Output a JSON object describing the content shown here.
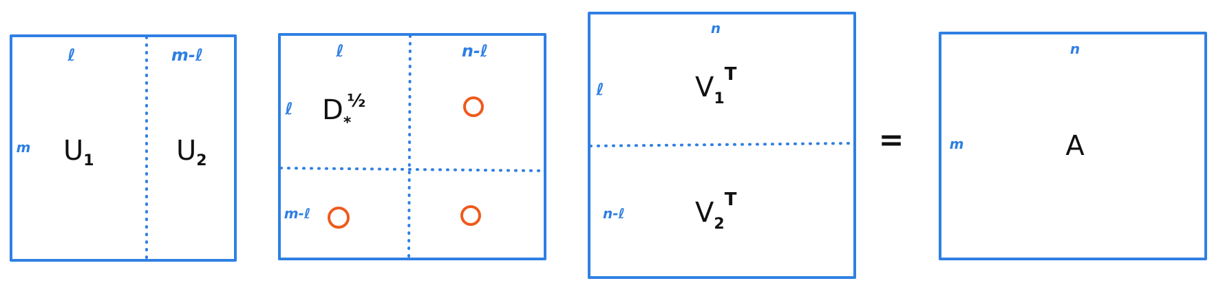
{
  "colors": {
    "blue": "#2f7fe3",
    "ink": "#111111",
    "orange": "#ee5a1c"
  },
  "icons": {
    "zero_block": "zero-circle-icon"
  },
  "u_matrix": {
    "col_left_label": "ℓ",
    "col_right_label": "m-ℓ",
    "row_label": "m",
    "block_left": {
      "main": "U",
      "sub": "1"
    },
    "block_right": {
      "main": "U",
      "sub": "2"
    }
  },
  "d_matrix": {
    "col_left_label": "ℓ",
    "col_right_label": "n-ℓ",
    "row_top_label": "ℓ",
    "row_bottom_label": "m-ℓ",
    "top_left": {
      "main": "D",
      "sub": "*",
      "sup": "½"
    }
  },
  "v_matrix": {
    "col_label": "n",
    "row_top_label": "ℓ",
    "row_bottom_label": "n-ℓ",
    "block_top": {
      "main": "V",
      "sub": "1",
      "sup": "T"
    },
    "block_bottom": {
      "main": "V",
      "sub": "2",
      "sup": "T"
    }
  },
  "equals_sign": "=",
  "a_matrix": {
    "col_label": "n",
    "row_label": "m",
    "name": "A"
  }
}
